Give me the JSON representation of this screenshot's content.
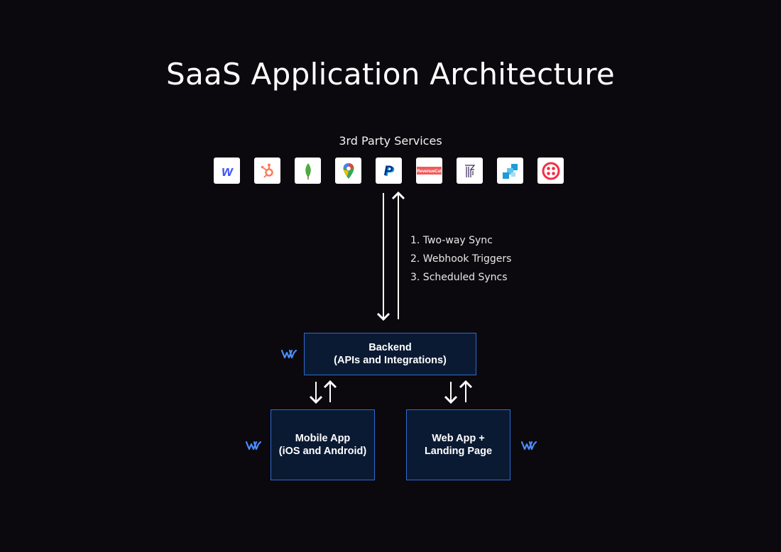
{
  "title": "SaaS Application Architecture",
  "services": {
    "label": "3rd Party Services",
    "logos": [
      {
        "icon": "webflow-icon",
        "text": "w",
        "color": "#4353ff"
      },
      {
        "icon": "hubspot-icon",
        "color": "#ff7a59"
      },
      {
        "icon": "mongodb-icon",
        "color": "#4faa41"
      },
      {
        "icon": "google-maps-icon",
        "color": "#34a853"
      },
      {
        "icon": "paypal-icon",
        "text": "P",
        "color": "#003087"
      },
      {
        "icon": "revenuecat-icon",
        "text": "RevenueCat",
        "color": "#f25a5a"
      },
      {
        "icon": "stripe-like-icon",
        "color": "#3c2a5e"
      },
      {
        "icon": "squares-icon",
        "color": "#1e9bd7"
      },
      {
        "icon": "twilio-icon",
        "color": "#f22f46"
      }
    ]
  },
  "sync_steps": [
    "1. Two-way Sync",
    "2. Webhook Triggers",
    "3. Scheduled Syncs"
  ],
  "backend": {
    "line1": "Backend",
    "line2": "(APIs and Integrations)"
  },
  "mobile": {
    "line1": "Mobile App",
    "line2": "(iOS and Android)"
  },
  "web": {
    "line1": "Web App +",
    "line2": "Landing Page"
  },
  "colors": {
    "background": "#0b090d",
    "box_border": "#2d6bd1",
    "box_fill": "#0b1a33",
    "webflow_blue": "#4a8cff"
  }
}
